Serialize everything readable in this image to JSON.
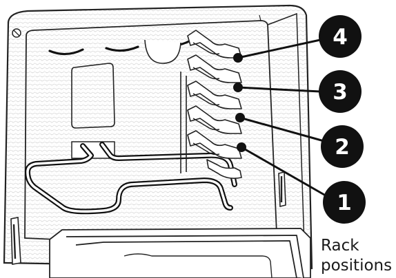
{
  "rack_labels": [
    "4",
    "3",
    "2",
    "1"
  ],
  "caption": {
    "line1": "Rack",
    "line2": "positions"
  }
}
